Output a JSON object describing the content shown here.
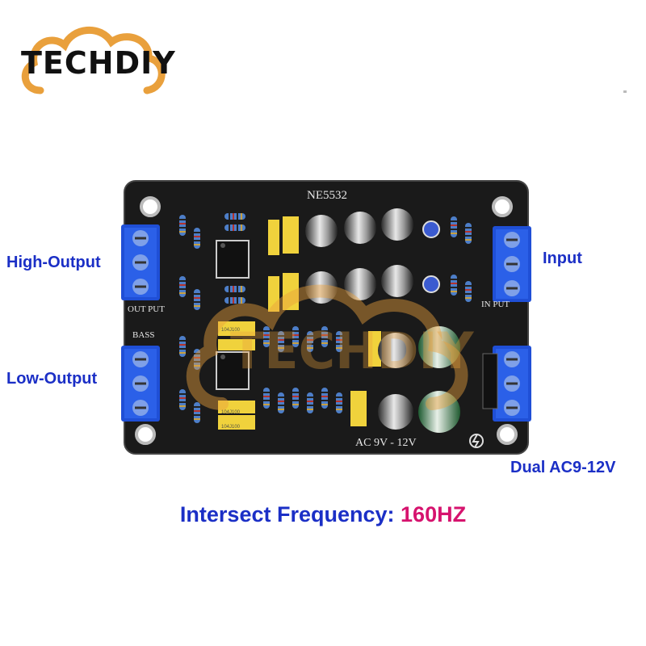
{
  "brand": {
    "name": "TECHDIY",
    "watermark": "TECHDIY"
  },
  "callouts": {
    "high_output": "High-Output",
    "low_output": "Low-Output",
    "input": "Input",
    "power": "Dual AC9-12V"
  },
  "caption": {
    "label": "Intersect Frequency:",
    "value": "160HZ"
  },
  "board": {
    "chip_label": "NE5532",
    "out_put": "OUT PUT",
    "in_put": "IN PUT",
    "bass": "BASS",
    "power_label": "AC 9V  -  12V",
    "cap_code_1": "104J100",
    "cap_code_2": "104J100",
    "cap_code_3": "104J100"
  },
  "colors": {
    "accent_blue": "#1b2fc6",
    "accent_magenta": "#d6136e",
    "logo_orange": "#e9a03c",
    "terminal_blue": "#1f4fd6",
    "pcb_black": "#1a1a1a"
  }
}
